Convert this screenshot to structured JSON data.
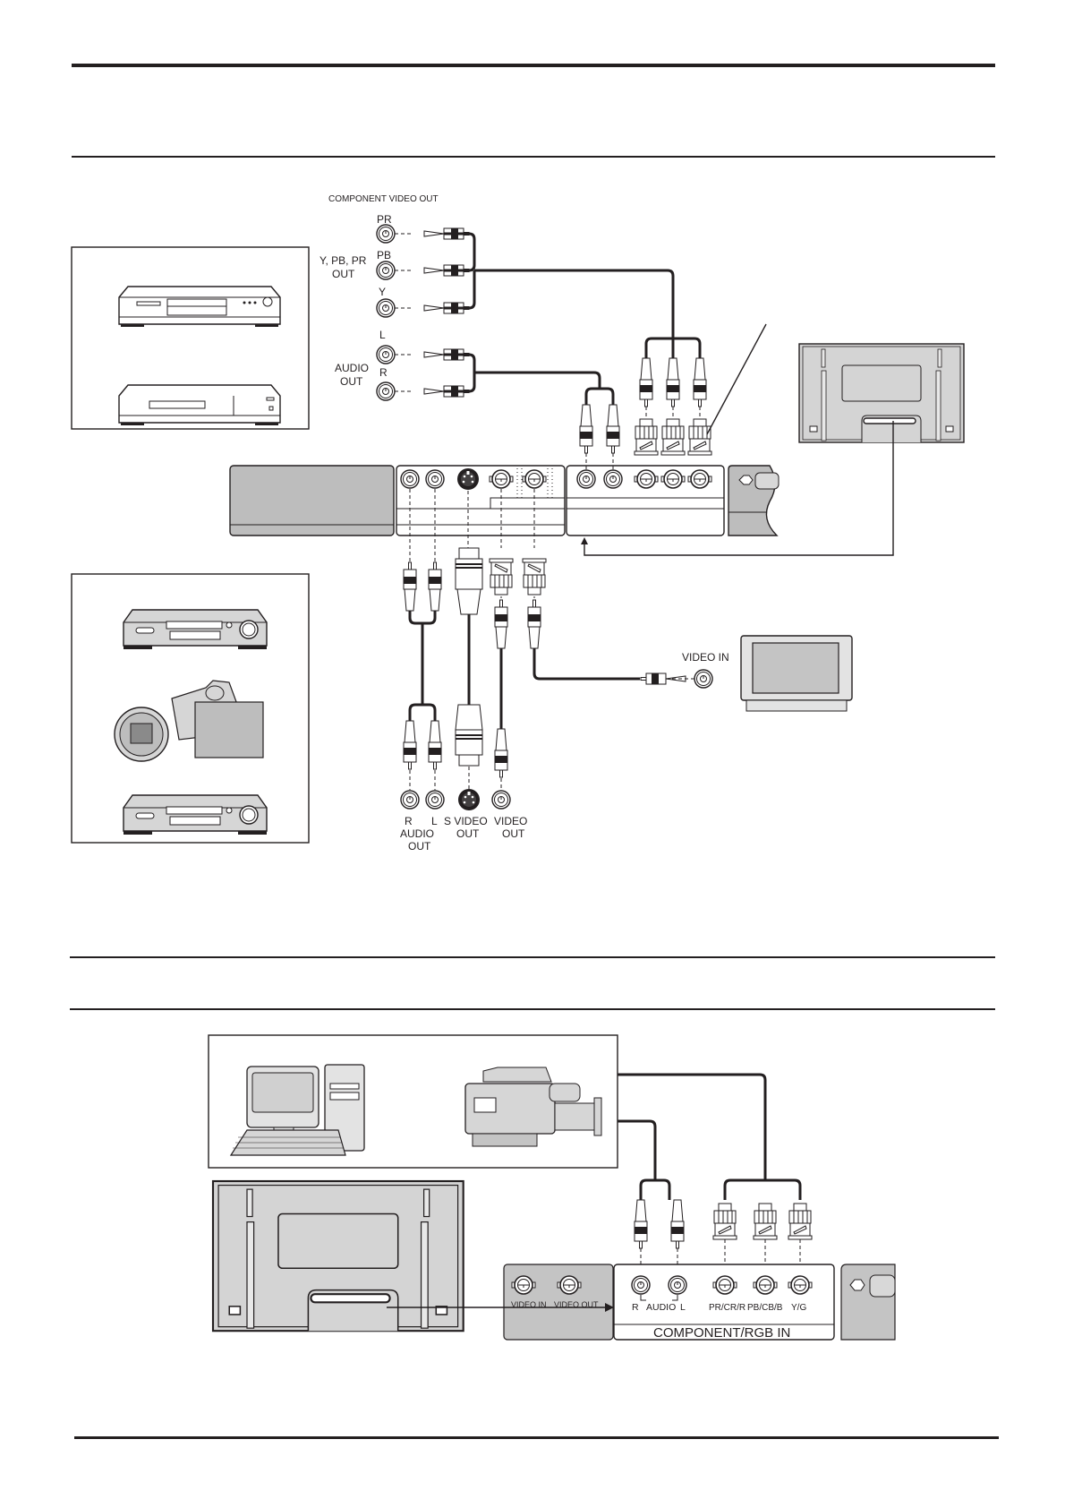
{
  "page": {
    "section1": {
      "source_component": {
        "header": "COMPONENT VIDEO OUT",
        "group_label_line1": "Y,  PB, PR",
        "group_label_line2": "OUT",
        "jacks": [
          "PR",
          "PB",
          "Y"
        ],
        "audio_label_line1": "AUDIO",
        "audio_label_line2": "OUT",
        "audio_jacks": [
          "L",
          "R"
        ]
      },
      "source_devices_top": [
        "dvd-player",
        "vcr"
      ],
      "source_devices_bottom": [
        "vcr",
        "camcorder",
        "vcr"
      ],
      "output_jacks": {
        "r": "R",
        "l": "L",
        "audio_out_line1": "AUDIO",
        "audio_out_line2": "OUT",
        "svideo_line1": "S VIDEO",
        "svideo_line2": "OUT",
        "video_line1": "VIDEO",
        "video_line2": "OUT"
      },
      "tv_input_label": "VIDEO IN"
    },
    "section2": {
      "source_devices": [
        "personal-computer",
        "professional-video-camera"
      ],
      "terminal_board": {
        "video_in": "VIDEO IN",
        "video_out": "VIDEO OUT",
        "audio_r": "R",
        "audio_mid": "AUDIO",
        "audio_l": "L",
        "pr": "PR/CR/R",
        "pb": "PB/CB/B",
        "yg": "Y/G",
        "group_label": "COMPONENT/RGB IN"
      }
    }
  }
}
